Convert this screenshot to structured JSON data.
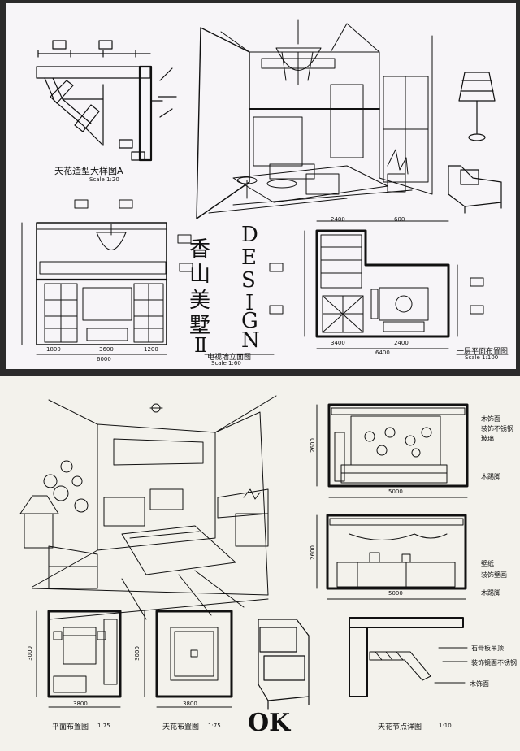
{
  "sheet1": {
    "ceiling_detail_title": "天花造型大样图A",
    "ceiling_detail_scale": "Scale 1:20",
    "project_title_chars": [
      "香",
      "山",
      "美",
      "墅",
      "Ⅱ"
    ],
    "design_letters": [
      "D",
      "E",
      "S",
      "I",
      "G",
      "N"
    ],
    "tv_wall_title": "电视墙立面图",
    "tv_wall_scale": "Scale 1:60",
    "floor_plan_title": "一层平面布置图",
    "floor_plan_scale": "Scale 1:100",
    "tv_wall_dims": [
      "1800",
      "3600",
      "1200",
      "6000"
    ],
    "floor_plan_dims_top": [
      "2400",
      "600"
    ],
    "floor_plan_dims_bottom": [
      "3400",
      "2400",
      "6400"
    ]
  },
  "sheet2": {
    "elevation_a_notes": [
      "木饰面",
      "装饰不锈钢",
      "玻璃",
      "木踢脚"
    ],
    "elevation_a_dim_w": "5000",
    "elevation_a_dim_h": "2600",
    "elevation_b_notes": [
      "壁纸",
      "装饰壁画",
      "木踢脚"
    ],
    "elevation_b_dim_w": "5000",
    "elevation_b_dim_h": "2600",
    "plan_title": "平面布置图",
    "plan_scale": "1:75",
    "plan_dim_w": "3800",
    "plan_dim_h": "3000",
    "ceiling_title": "天花布置图",
    "ceiling_scale": "1:75",
    "ceiling_dim_w": "3800",
    "ceiling_dim_h": "3000",
    "ok_mark": "OK",
    "section_notes": [
      "石膏板吊顶",
      "装饰镜面不锈钢",
      "木饰面"
    ],
    "section_title": "天花节点详图",
    "section_scale": "1:10"
  }
}
